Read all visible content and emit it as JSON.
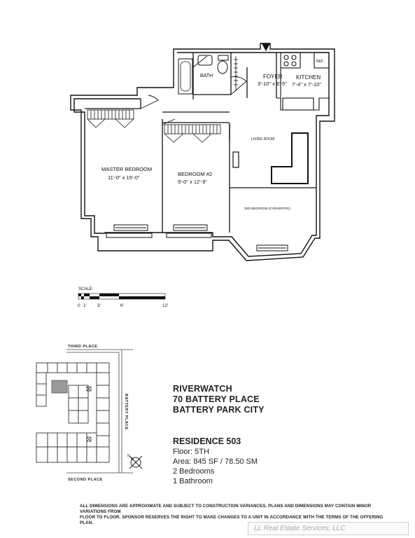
{
  "floorplan": {
    "rooms": {
      "bath": "BATH",
      "foyer": "FOYER",
      "foyer_dims": "3'-10\" x 6'-5\"",
      "kitchen": "KITCHEN",
      "kitchen_dims": "7'-4\" x 7'-10\"",
      "ref": "REF",
      "master_bedroom": "MASTER BEDROOM",
      "master_bedroom_dims": "11'-0\" x 15'-0\"",
      "bedroom2": "BEDROOM #2",
      "bedroom2_dims": "9'-0\" x 12'-9\"",
      "living_room": "LIVING ROOM",
      "third_bedroom": "3RD BEDROOM (CONVERTED)"
    }
  },
  "scale": {
    "label": "SCALE:",
    "ticks": [
      "0",
      "1'",
      "3'",
      "6'",
      "12'"
    ]
  },
  "keyplan": {
    "third_place": "THIRD PLACE",
    "second_place": "SECOND PLACE",
    "battery_place": "BATTERY PLACE",
    "compass_label": "N"
  },
  "building": {
    "name": "RIVERWATCH",
    "address": "70 BATTERY PLACE",
    "neighborhood": "BATTERY PARK CITY"
  },
  "residence": {
    "title": "RESIDENCE 503",
    "floor": "Floor:  5TH",
    "area": "Area: 845 SF / 78.50 SM",
    "bedrooms": "2 Bedrooms",
    "bathrooms": "1 Bathroom"
  },
  "disclaimer": {
    "line1": "ALL DIMENSIONS ARE APPROXIMATE AND SUBJECT TO CONSTRUCTION VARIANCES.  PLANS AND DIMENSIONS MAY CONTAIN MINOR VARIATIONS FROM",
    "line2": "FLOOR TO FLOOR.  SPONSOR RESERVES THE RIGHT TO MAKE CHANGES TO A UNIT IN ACCORDANCE WITH THE TERMS OF THE OFFERING PLAN."
  },
  "watermark": "LL Real Estate Services, LLC"
}
